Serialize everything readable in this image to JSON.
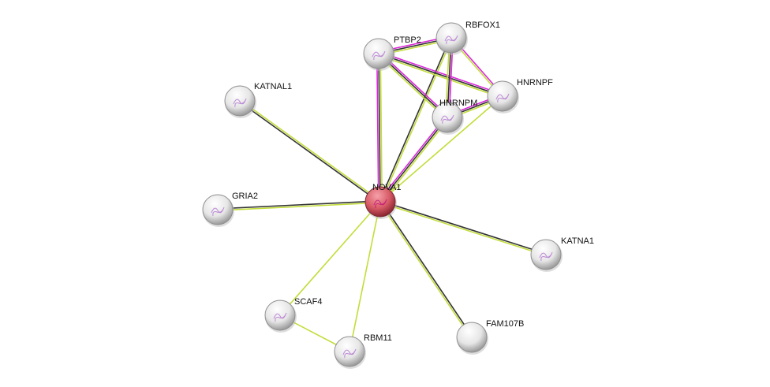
{
  "network": {
    "nodes": [
      {
        "id": "NOVA1",
        "label": "NOVA1",
        "query": true
      },
      {
        "id": "PTBP2",
        "label": "PTBP2"
      },
      {
        "id": "RBFOX1",
        "label": "RBFOX1"
      },
      {
        "id": "HNRNPF",
        "label": "HNRNPF"
      },
      {
        "id": "HNRNPM",
        "label": "HNRNPM"
      },
      {
        "id": "KATNAL1",
        "label": "KATNAL1"
      },
      {
        "id": "GRIA2",
        "label": "GRIA2"
      },
      {
        "id": "KATNA1",
        "label": "KATNA1"
      },
      {
        "id": "SCAF4",
        "label": "SCAF4"
      },
      {
        "id": "RBM11",
        "label": "RBM11"
      },
      {
        "id": "FAM107B",
        "label": "FAM107B"
      }
    ],
    "edge_colors": {
      "experiments": "#d926d9",
      "coexpression": "#333333",
      "textmining": "#c2dd3a"
    },
    "edges": [
      {
        "a": "NOVA1",
        "b": "PTBP2",
        "types": [
          "experiments",
          "coexpression",
          "textmining"
        ]
      },
      {
        "a": "NOVA1",
        "b": "RBFOX1",
        "types": [
          "coexpression",
          "textmining"
        ]
      },
      {
        "a": "NOVA1",
        "b": "HNRNPM",
        "types": [
          "experiments",
          "coexpression",
          "textmining"
        ]
      },
      {
        "a": "NOVA1",
        "b": "HNRNPF",
        "types": [
          "textmining"
        ]
      },
      {
        "a": "PTBP2",
        "b": "RBFOX1",
        "types": [
          "experiments",
          "coexpression",
          "textmining"
        ]
      },
      {
        "a": "PTBP2",
        "b": "HNRNPF",
        "types": [
          "experiments",
          "coexpression",
          "textmining"
        ]
      },
      {
        "a": "PTBP2",
        "b": "HNRNPM",
        "types": [
          "experiments",
          "coexpression",
          "textmining"
        ]
      },
      {
        "a": "RBFOX1",
        "b": "HNRNPM",
        "types": [
          "experiments",
          "coexpression",
          "textmining"
        ]
      },
      {
        "a": "RBFOX1",
        "b": "HNRNPF",
        "types": [
          "experiments",
          "textmining"
        ]
      },
      {
        "a": "HNRNPM",
        "b": "HNRNPF",
        "types": [
          "experiments",
          "coexpression",
          "textmining"
        ]
      },
      {
        "a": "NOVA1",
        "b": "KATNAL1",
        "types": [
          "coexpression",
          "textmining"
        ]
      },
      {
        "a": "NOVA1",
        "b": "GRIA2",
        "types": [
          "textmining",
          "coexpression"
        ]
      },
      {
        "a": "NOVA1",
        "b": "KATNA1",
        "types": [
          "coexpression",
          "textmining"
        ]
      },
      {
        "a": "NOVA1",
        "b": "SCAF4",
        "types": [
          "textmining"
        ]
      },
      {
        "a": "NOVA1",
        "b": "RBM11",
        "types": [
          "textmining"
        ]
      },
      {
        "a": "NOVA1",
        "b": "FAM107B",
        "types": [
          "coexpression",
          "textmining"
        ]
      },
      {
        "a": "SCAF4",
        "b": "RBM11",
        "types": [
          "textmining"
        ]
      }
    ]
  }
}
